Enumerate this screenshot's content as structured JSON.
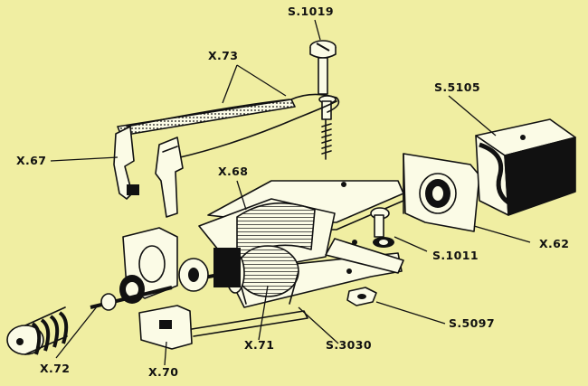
{
  "colors": {
    "background": "#f0eea2",
    "ink": "#111111",
    "paper": "#fbfbe6"
  },
  "labels": {
    "s1019": "S.1019",
    "x73": "X.73",
    "s5105": "S.5105",
    "x67": "X.67",
    "x68": "X.68",
    "s1011": "S.1011",
    "x62": "X.62",
    "x71": "X.71",
    "s3030": "S.3030",
    "s5097": "S.5097",
    "x72": "X.72",
    "x70": "X.70"
  }
}
